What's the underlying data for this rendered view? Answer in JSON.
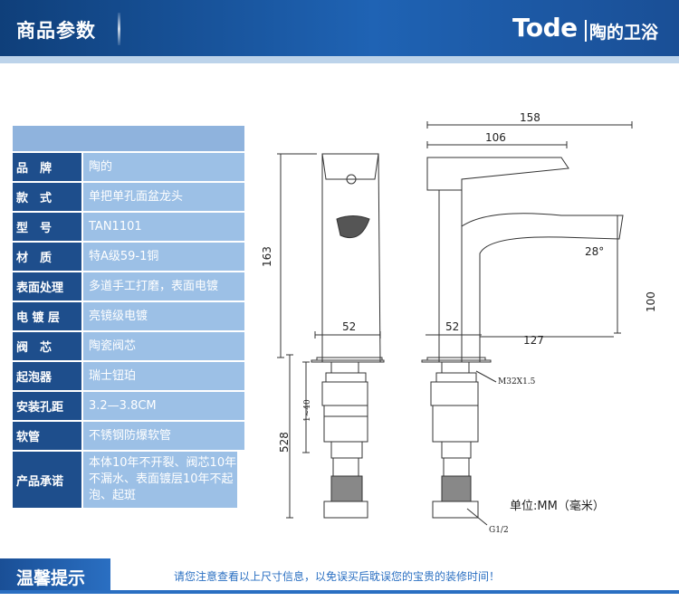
{
  "header": {
    "title": "商品参数",
    "brand_en": "Tode",
    "brand_cn": "陶的卫浴"
  },
  "specs": [
    {
      "label": "品　牌",
      "value": "陶的"
    },
    {
      "label": "款　式",
      "value": "单把单孔面盆龙头"
    },
    {
      "label": "型　号",
      "value": "TAN1101"
    },
    {
      "label": "材　质",
      "value": "特A级59-1铜"
    },
    {
      "label": "表面处理",
      "value": "多道手工打磨，表面电镀"
    },
    {
      "label": "电 镀 层",
      "value": "亮镜级电镀"
    },
    {
      "label": "阀　芯",
      "value": "陶瓷阀芯"
    },
    {
      "label": "起泡器",
      "value": "瑞士钮珀"
    },
    {
      "label": "安装孔距",
      "value": "3.2—3.8CM"
    },
    {
      "label": "软管",
      "value": "不锈钢防爆软管"
    },
    {
      "label": "产品承诺",
      "value": "本体10年不开裂、阀芯10年不漏水、表面镀层10年不起泡、起斑"
    }
  ],
  "drawing": {
    "dims": {
      "total_width": "158",
      "spout_width": "106",
      "height_body": "163",
      "total_height": "528",
      "base_left": "52",
      "base_right": "52",
      "reach": "127",
      "spout_height": "100",
      "angle": "28°",
      "thread": "M32X1.5",
      "range": "1~40",
      "connector": "G1/2"
    },
    "unit": "单位:MM（毫米）"
  },
  "footer": {
    "title": "温馨提示",
    "note": "请您注意查看以上尺寸信息，以免误买后耽误您的宝贵的装修时间！"
  }
}
